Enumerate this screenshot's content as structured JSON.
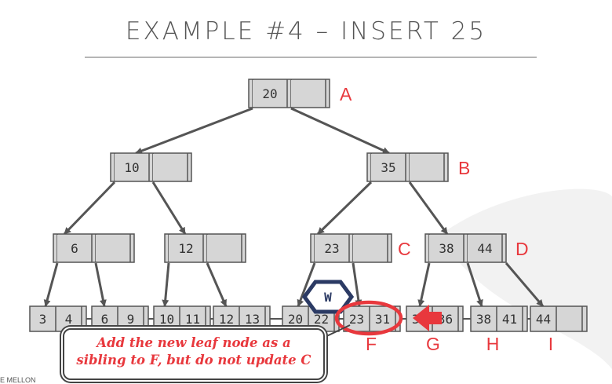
{
  "title": "EXAMPLE #4 – INSERT 25",
  "footer_text": "E MELLON",
  "colors": {
    "accent": "#e8383d",
    "node_fill": "#d6d6d6",
    "node_stroke": "#555555",
    "badge": "#2b3a64"
  },
  "nodes": {
    "A": {
      "label": "A",
      "keys": [
        "20",
        ""
      ]
    },
    "B": {
      "label": "B",
      "keys": [
        "35",
        ""
      ]
    },
    "n10": {
      "keys": [
        "10",
        ""
      ]
    },
    "n6": {
      "keys": [
        "6",
        ""
      ]
    },
    "n12": {
      "keys": [
        "12",
        ""
      ]
    },
    "C": {
      "label": "C",
      "keys": [
        "23",
        ""
      ]
    },
    "D": {
      "label": "D",
      "keys": [
        "38",
        "44"
      ]
    }
  },
  "leaves": [
    {
      "keys": [
        "3",
        "4"
      ]
    },
    {
      "keys": [
        "6",
        "9"
      ]
    },
    {
      "keys": [
        "10",
        "11"
      ]
    },
    {
      "keys": [
        "12",
        "13"
      ]
    },
    {
      "keys": [
        "20",
        "22"
      ]
    },
    {
      "label": "F",
      "keys": [
        "23",
        "31"
      ]
    },
    {
      "label": "G",
      "keys": [
        "35",
        "36"
      ]
    },
    {
      "label": "H",
      "keys": [
        "38",
        "41"
      ]
    },
    {
      "label": "I",
      "keys": [
        "44",
        ""
      ]
    }
  ],
  "marker": {
    "text": "W"
  },
  "callout": {
    "line1": "Add the new leaf node as a",
    "line2": "sibling to F, but do not update C"
  }
}
